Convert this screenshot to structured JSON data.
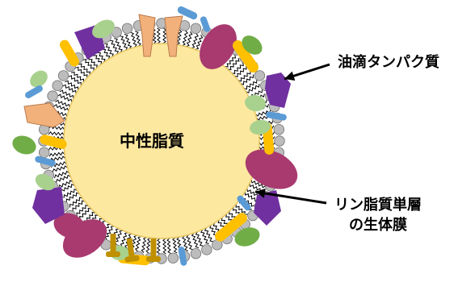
{
  "labels": {
    "core": "中性脂質",
    "protein": "油滴タンパク質",
    "membrane_line1": "リン脂質単層",
    "membrane_line2": "の生体膜"
  },
  "colors": {
    "core_fill": "#fde8a0",
    "core_stroke": "#e6c660",
    "phospholipid_head": "#bcbcbc",
    "phospholipid_tail": "#000000",
    "protein_orange": "#f2b17b",
    "protein_purple": "#7030a0",
    "protein_magenta": "#a83a6f",
    "protein_yellow": "#ffc000",
    "protein_green": "#70ad47",
    "protein_lightgreen": "#a9d18e",
    "protein_blue": "#5b9bd5",
    "protein_gold": "#bf9000",
    "arrow": "#000000"
  }
}
